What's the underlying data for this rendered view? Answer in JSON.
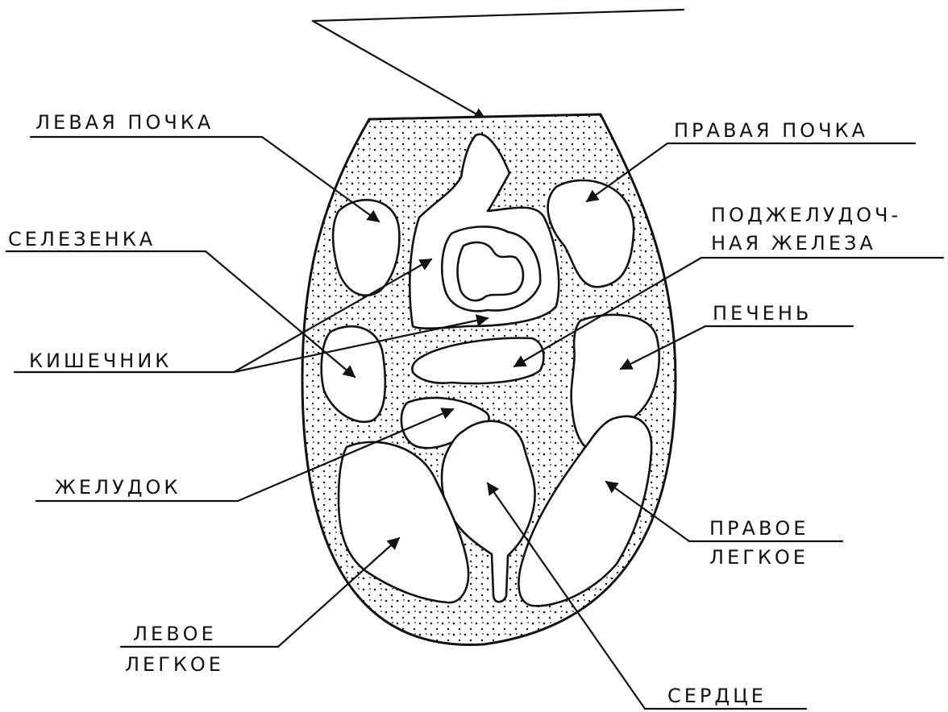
{
  "colors": {
    "ink": "#111111",
    "paper": "#ffffff"
  },
  "labels": {
    "left_kidney": "ЛЕВАЯ ПОЧКА",
    "right_kidney": "ПРАВАЯ ПОЧКА",
    "spleen": "СЕЛЕЗЕНКА",
    "pancreas_line1": "ПОДЖЕЛУДОЧ-",
    "pancreas_line2": "НАЯ ЖЕЛЕЗА",
    "intestine": "КИШЕЧНИК",
    "liver": "ПЕЧЕНЬ",
    "stomach": "ЖЕЛУДОК",
    "right_lung_line1": "ПРАВОЕ",
    "right_lung_line2": "ЛЕГКОЕ",
    "left_lung_line1": "ЛЕВОЕ",
    "left_lung_line2": "ЛЕГКОЕ",
    "heart": "СЕРДЦЕ"
  }
}
